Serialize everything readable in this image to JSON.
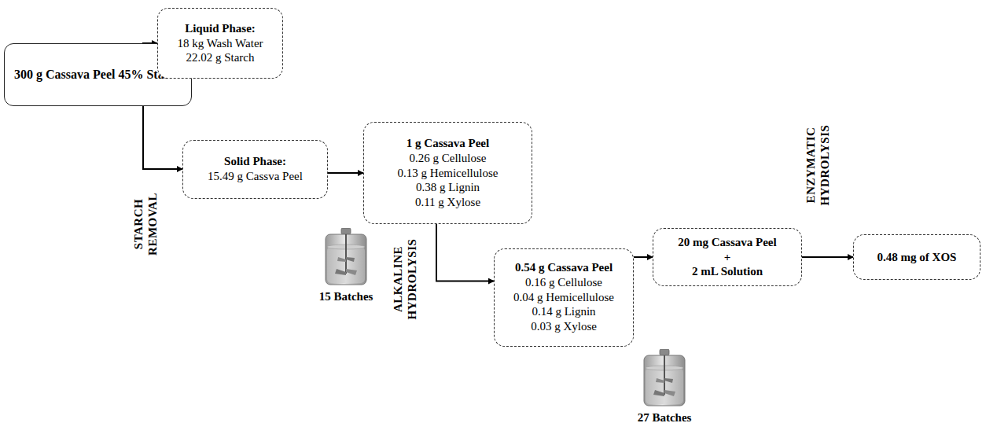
{
  "diagram": {
    "nodes": [
      {
        "text": [
          "300 g Cassava Peel 45% Starch"
        ]
      },
      {
        "text": [
          "Liquid Phase:",
          "18 kg Wash Water",
          "22.02 g Starch"
        ]
      },
      {
        "text": [
          "Solid Phase:",
          "15.49 g Cassva Peel"
        ]
      },
      {
        "text": [
          "1 g Cassava Peel",
          "0.26 g Cellulose",
          "0.13 g Hemicellulose",
          "0.38 g Lignin",
          "0.11 g Xylose"
        ]
      },
      {
        "text": [
          "0.54 g Cassava Peel",
          "0.16 g Cellulose",
          "0.04 g Hemicellulose",
          "0.14 g Lignin",
          "0.03 g Xylose"
        ]
      },
      {
        "text": [
          "20 mg Cassava Peel",
          "+",
          "2 mL Solution"
        ]
      },
      {
        "text": [
          "0.48 mg of XOS"
        ]
      }
    ],
    "edges": [
      {
        "from": 0,
        "to": 1,
        "arrow": "to"
      },
      {
        "from": 0,
        "to": 2,
        "arrow": "to"
      },
      {
        "from": 2,
        "to": 3,
        "arrow": "to"
      },
      {
        "from": 3,
        "to": 4,
        "arrow": "to"
      },
      {
        "from": 4,
        "to": 5,
        "arrow": "to"
      },
      {
        "from": 5,
        "to": 6,
        "arrow": "to"
      }
    ],
    "labels": [
      "STARCH REMOVAL",
      "15 Batches",
      "ALKALINE HYDROLYSIS",
      "27 Batches",
      "ENZYMATIC HYDROLYSIS"
    ]
  }
}
